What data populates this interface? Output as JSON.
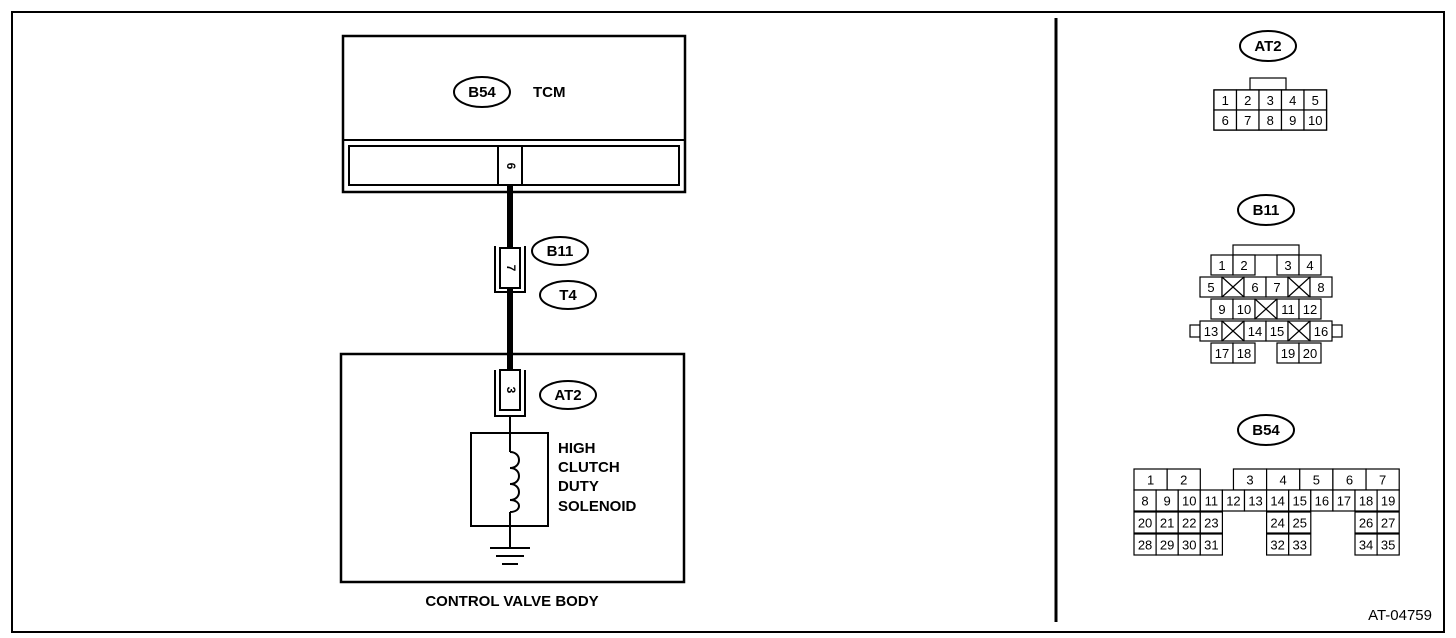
{
  "connectors": {
    "b54": "B54",
    "b11": "B11",
    "t4": "T4",
    "at2": "AT2"
  },
  "components": {
    "tcm": "TCM",
    "control_valve_body": "CONTROL VALVE BODY",
    "solenoid_lines": [
      "HIGH",
      "CLUTCH",
      "DUTY",
      "SOLENOID"
    ]
  },
  "wiring": {
    "tcm_pin": "6",
    "b11_pin": "7",
    "at2_pin": "3"
  },
  "connector_views": {
    "at2": {
      "title": "AT2",
      "row1": [
        "1",
        "2",
        "3",
        "4",
        "5"
      ],
      "row2": [
        "6",
        "7",
        "8",
        "9",
        "10"
      ]
    },
    "b11": {
      "title": "B11",
      "row1": [
        "1",
        "2",
        "3",
        "4"
      ],
      "row2": [
        "5",
        "6",
        "7",
        "8"
      ],
      "row3": [
        "9",
        "10",
        "11",
        "12"
      ],
      "row4": [
        "13",
        "14",
        "15",
        "16"
      ],
      "row5": [
        "17",
        "18",
        "19",
        "20"
      ]
    },
    "b54": {
      "title": "B54",
      "row1": [
        "1",
        "2",
        "3",
        "4",
        "5",
        "6",
        "7"
      ],
      "row2": [
        "8",
        "9",
        "10",
        "11",
        "12",
        "13",
        "14",
        "15",
        "16",
        "17",
        "18",
        "19"
      ],
      "row3": [
        "20",
        "21",
        "22",
        "23",
        "24",
        "25",
        "26",
        "27"
      ],
      "row4": [
        "28",
        "29",
        "30",
        "31",
        "32",
        "33",
        "34",
        "35"
      ]
    }
  },
  "figure_id": "AT-04759"
}
